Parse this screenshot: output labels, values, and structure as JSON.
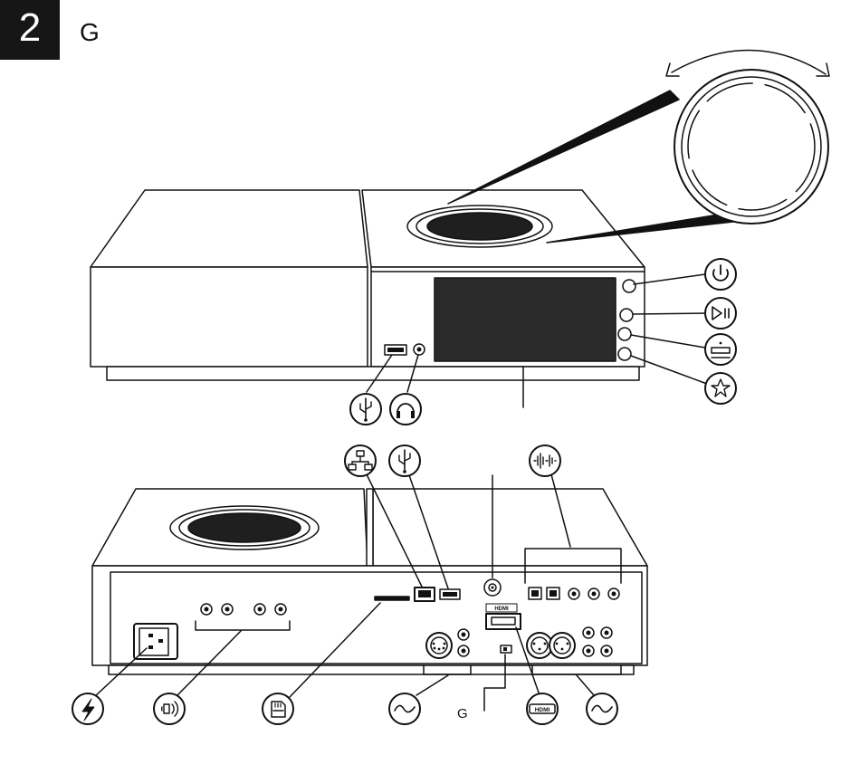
{
  "header": {
    "step_number": "2",
    "title_letter": "G"
  },
  "labels": {
    "g_label": "G",
    "hdmi_port_label": "HDMI",
    "hdmi_icon_label": "HDMI"
  },
  "colors": {
    "ink": "#111111",
    "step_box": "#161616",
    "screen": "#2b2b2b",
    "knob": "#1f1f1f"
  },
  "icons": {
    "front": [
      "power-icon",
      "play-pause-icon",
      "menu-icon",
      "star-icon",
      "usb-icon",
      "headphones-icon"
    ],
    "rear": [
      "network-icon",
      "usb-icon",
      "digital-input-icon",
      "power-mains-icon",
      "speaker-output-icon",
      "sd-card-icon",
      "analogue-input-icon",
      "hdmi-icon",
      "analogue-output-icon"
    ]
  }
}
